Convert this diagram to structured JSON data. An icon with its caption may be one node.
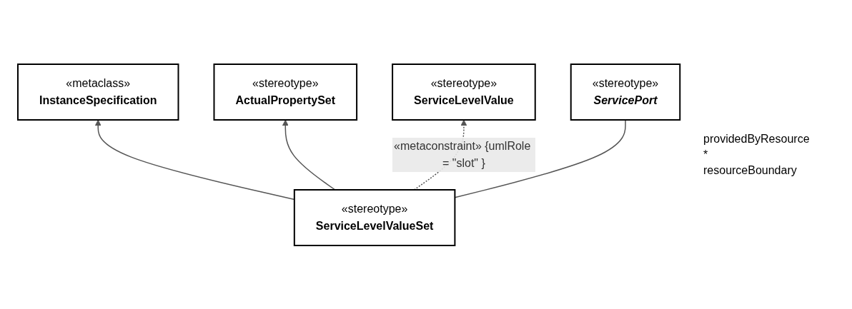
{
  "diagram": {
    "nodes": [
      {
        "text": [
          "«metaclass»",
          "InstanceSpecification"
        ]
      },
      {
        "text": [
          "«stereotype»",
          "ActualPropertySet"
        ]
      },
      {
        "text": [
          "«stereotype»",
          "ServiceLevelValueSet"
        ]
      },
      {
        "text": [
          "«stereotype»",
          "ServiceLevelValue"
        ]
      },
      {
        "text": [
          "«stereotype»",
          "ServicePort"
        ]
      }
    ],
    "edges": [
      {
        "from": 2,
        "to": 0,
        "arrow": "to"
      },
      {
        "from": 2,
        "to": 1,
        "arrow": "to"
      },
      {
        "from": 2,
        "to": 3,
        "arrow": "to",
        "style": "dashed",
        "label": "«metaconstraint» {umlRole = \"slot\" }"
      },
      {
        "from": 2,
        "to": 4,
        "arrow": "none"
      }
    ],
    "labels": [
      "providedByResource",
      "*",
      "resourceBoundary"
    ]
  }
}
